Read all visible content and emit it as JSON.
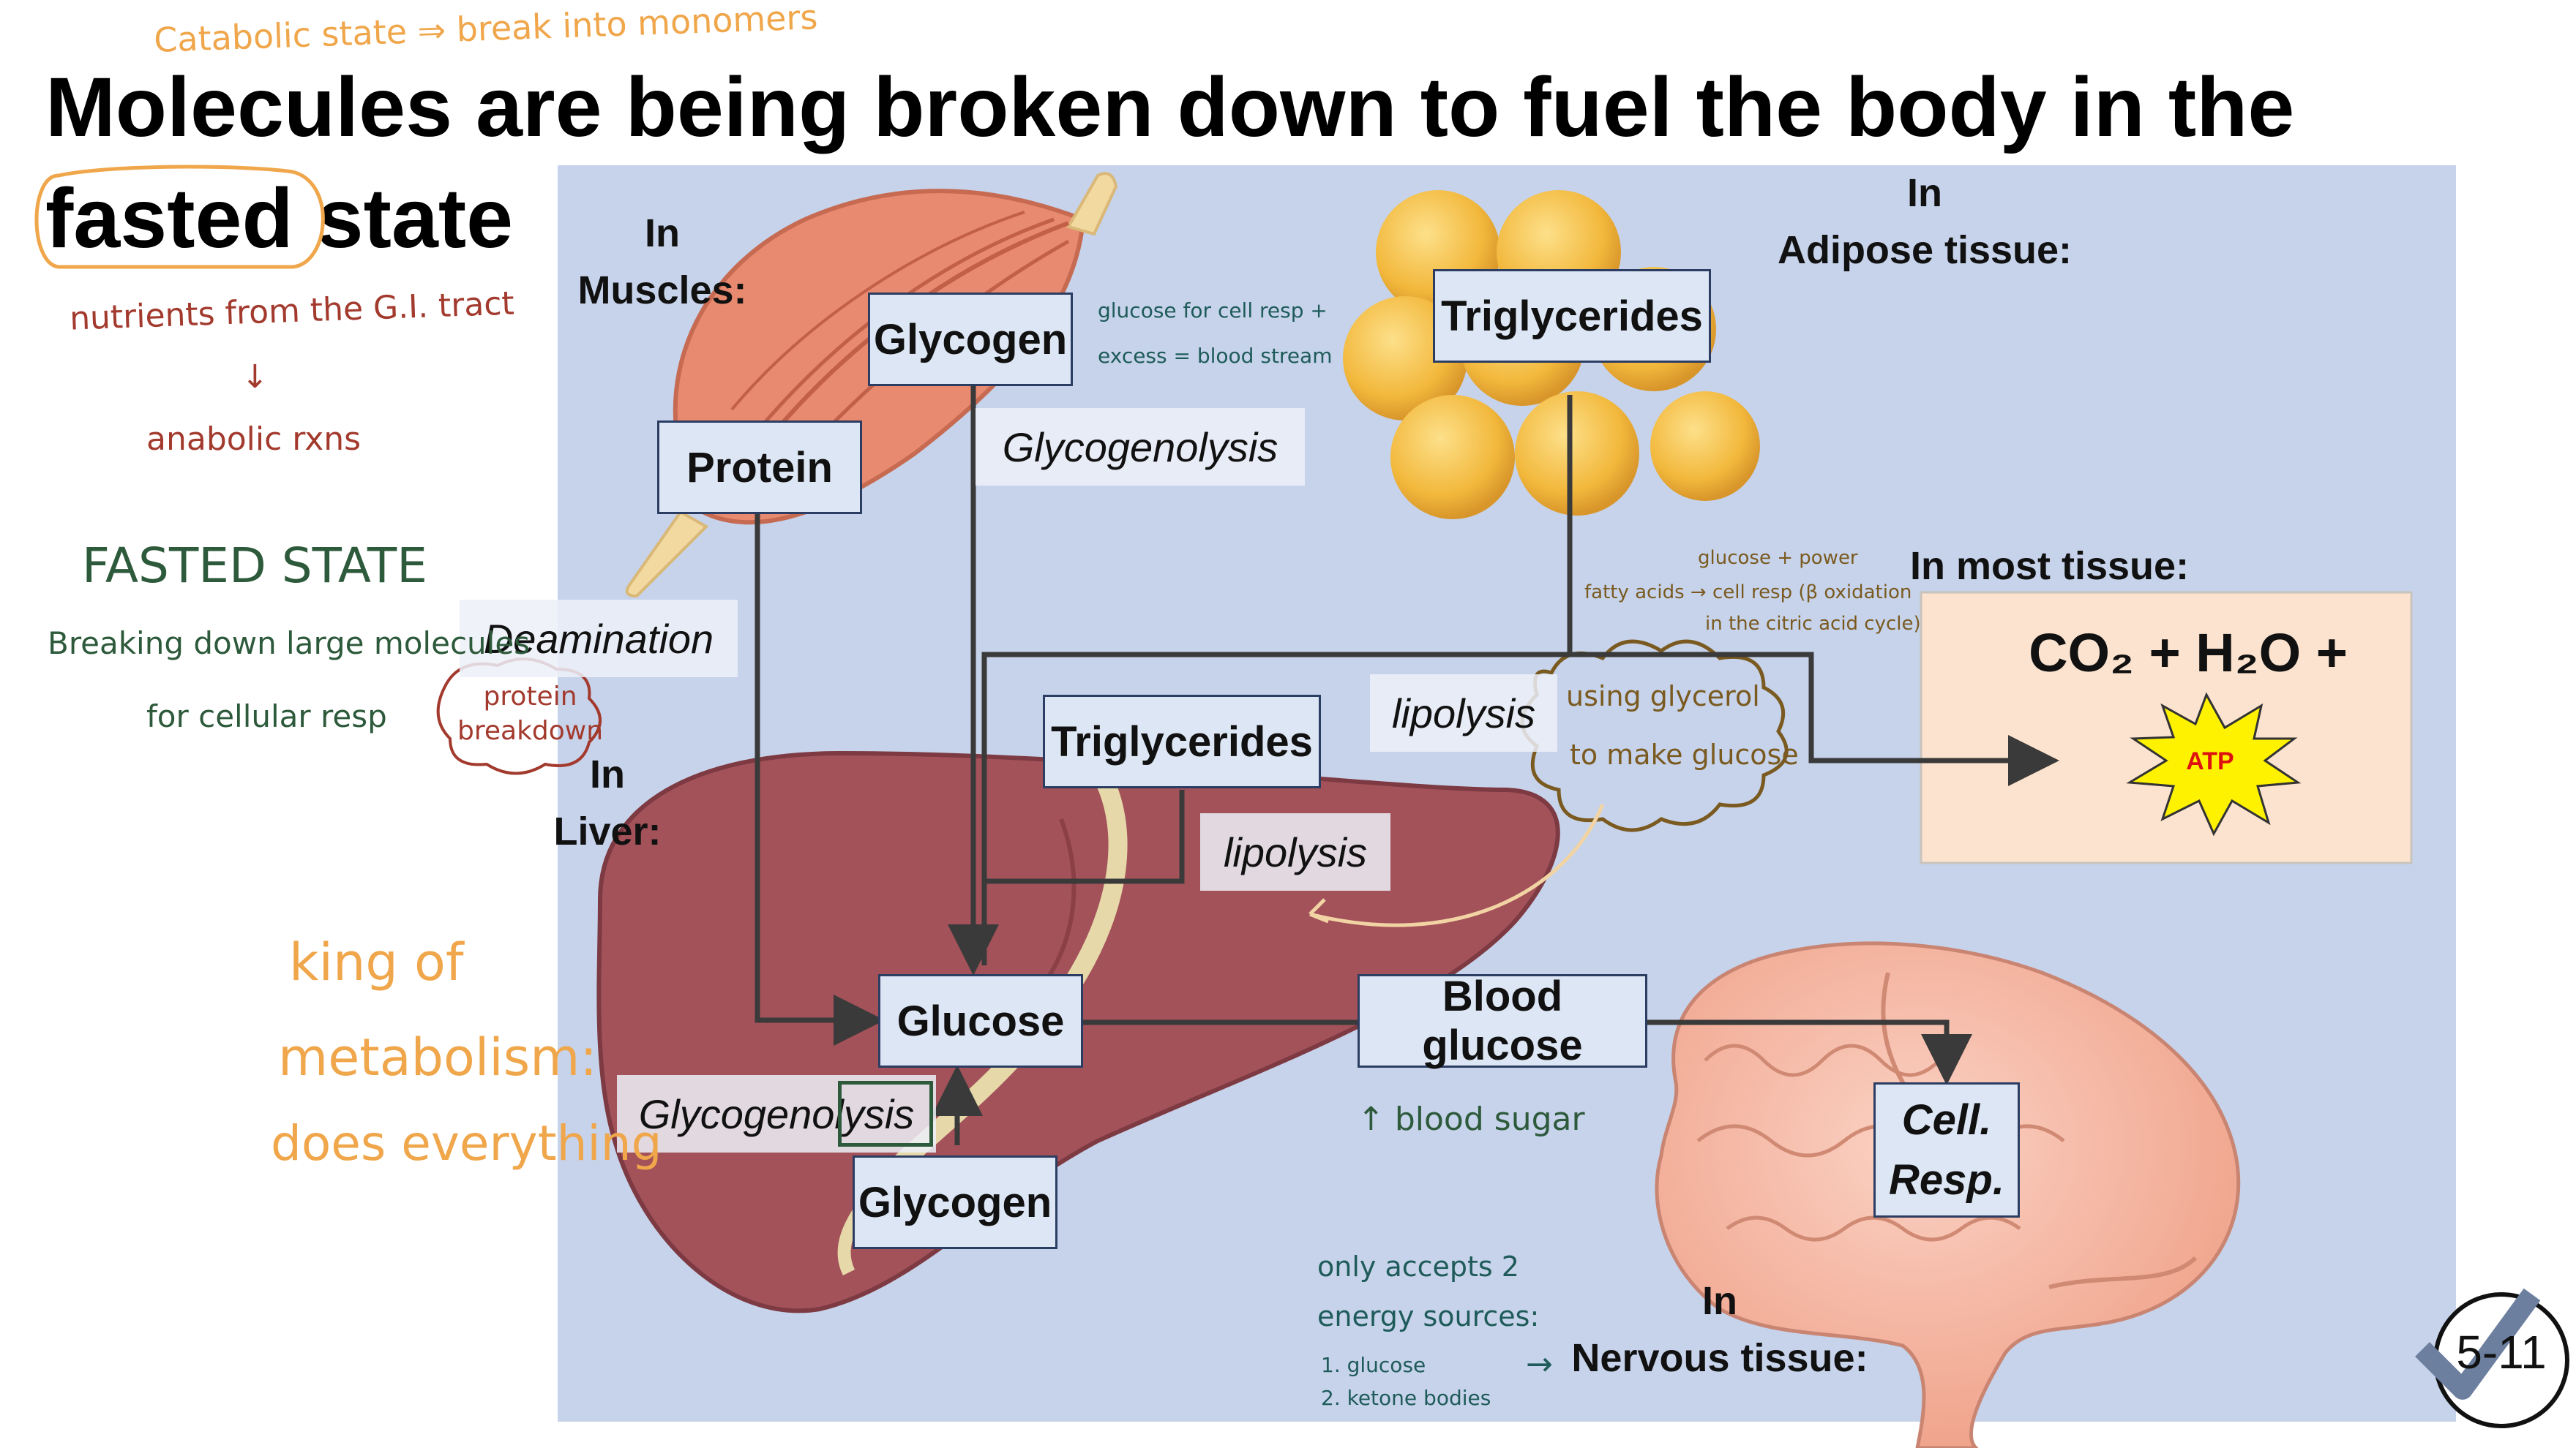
{
  "slide": {
    "title_line1": "Molecules are being broken down to fuel the body in the",
    "title_line2": "fasted state",
    "slide_number": "5-11"
  },
  "regions": {
    "muscles": "In\nMuscles:",
    "adipose": "In\nAdipose tissue:",
    "most_tissue": "In most tissue:",
    "liver": "In\nLiver:",
    "nervous": "In\nNervous tissue:"
  },
  "boxes": {
    "glycogen_muscle": "Glycogen",
    "protein": "Protein",
    "triglycerides_adipose": "Triglycerides",
    "triglycerides_liver": "Triglycerides",
    "glucose": "Glucose",
    "blood_glucose": "Blood glucose",
    "glycogen_liver": "Glycogen",
    "cell_resp": "Cell.\nResp."
  },
  "processes": {
    "glycogenolysis_muscle": "Glycogenolysis",
    "deamination": "Deamination",
    "lipolysis_upper": "lipolysis",
    "lipolysis_liver": "lipolysis",
    "glycogenolysis_liver": "Glycogenolysis"
  },
  "equation": {
    "text": "CO₂ + H₂O +",
    "atp": "ATP"
  },
  "annotations": {
    "catabolic": "Catabolic state ⇒ break into monomers",
    "nutrients": "nutrients from the G.I. tract",
    "arrow_down": "↓",
    "anabolic": "anabolic rxns",
    "fasted_state": "FASTED STATE",
    "breaking_down": "Breaking down large molecules",
    "for_cellular": "for cellular resp",
    "protein_breakdown": "protein\nbreakdown",
    "king_1": "king of",
    "king_2": "metabolism:",
    "king_3": "does everything",
    "glucose_note_1": "glucose for cell resp +",
    "glucose_note_2": "excess = blood stream",
    "fatty_note_1": "glucose + power",
    "fatty_note_2": "fatty acids → cell resp (β oxidation",
    "fatty_note_3": "in the citric acid cycle)",
    "glycerol_1": "using glycerol",
    "glycerol_2": "to make glucose",
    "blood_sugar": "↑ blood sugar",
    "only_1": "only accepts 2",
    "only_2": "energy sources:",
    "only_3": "1. glucose",
    "only_4": "2. ketone bodies",
    "nervous_arrow": "→"
  },
  "colors": {
    "panel": "#c6d3ea",
    "box_fill": "#dde6f4",
    "arrow": "#3a3a3a",
    "hand_orange": "#f0a64a",
    "hand_red": "#a33a2e",
    "hand_green": "#2e5a3c",
    "hand_teal": "#1e5b5a",
    "hand_brown": "#7a5a20",
    "atp_star": "#fff200"
  }
}
